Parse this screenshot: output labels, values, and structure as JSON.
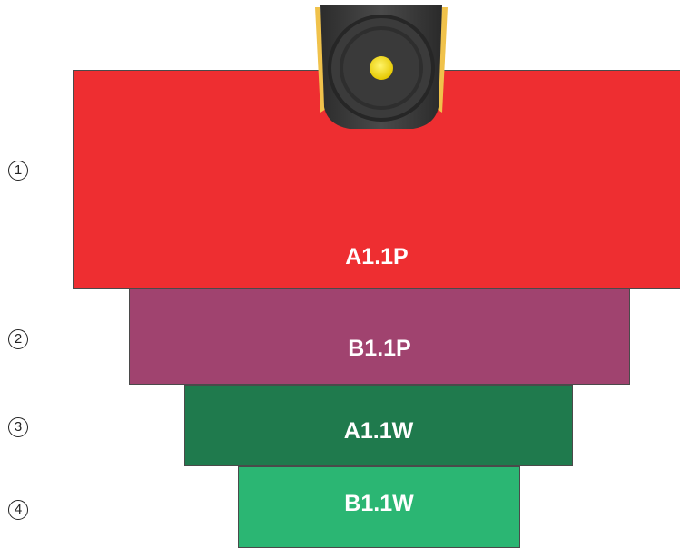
{
  "zones": [
    {
      "number": "1",
      "label": "A1.1P",
      "color": "#ee2e31"
    },
    {
      "number": "2",
      "label": "B1.1P",
      "color": "#a0436f"
    },
    {
      "number": "3",
      "label": "A1.1W",
      "color": "#1f7a4d"
    },
    {
      "number": "4",
      "label": "B1.1W",
      "color": "#2bb673"
    }
  ],
  "sensor": {
    "icon": "sensor-icon",
    "housing_color": "#3a3a3a",
    "accent_color": "#f0c24b",
    "lens_color": "#f2e21a"
  }
}
